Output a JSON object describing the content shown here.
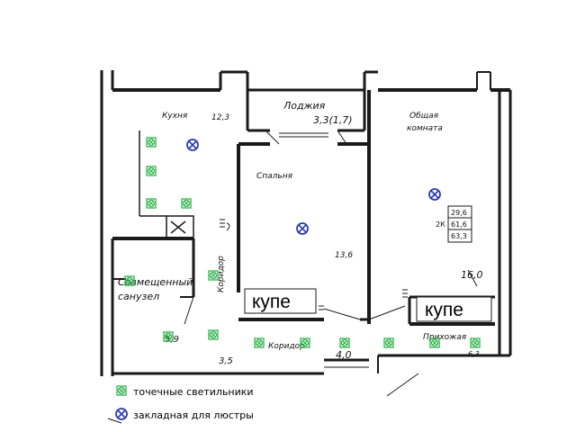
{
  "rooms": {
    "kitchen": {
      "name": "Кухня",
      "area": "12,3"
    },
    "loggia": {
      "name": "Лоджия",
      "area": "3,3(1,7)"
    },
    "bedroom": {
      "name": "Спальня",
      "area": "13,6"
    },
    "living": {
      "name_line1": "Общая",
      "name_line2": "комната",
      "area": "16,0"
    },
    "bathroom": {
      "name_line1": "Совмещенный",
      "name_line2": "санузел",
      "area": "5,9"
    },
    "corridor_v": {
      "name": "Коридор"
    },
    "corridor_h": {
      "name": "Коридор",
      "area_left": "3,5",
      "area_right": "4,0"
    },
    "hall": {
      "name": "Прихожая",
      "area": "6,3"
    }
  },
  "summary": {
    "type": "2К",
    "values": [
      "29,6",
      "61,6",
      "63,3"
    ]
  },
  "kupe": {
    "left": "купе",
    "right": "купе"
  },
  "legend": {
    "spot": {
      "label": "точечные светильники",
      "color": "#2db34a"
    },
    "chandelier": {
      "label": "закладная для люстры",
      "color": "#2a3bb3"
    }
  },
  "colors": {
    "wall": "#1a1a1a",
    "spot": "#2db34a",
    "chandelier": "#2a3bb3"
  }
}
